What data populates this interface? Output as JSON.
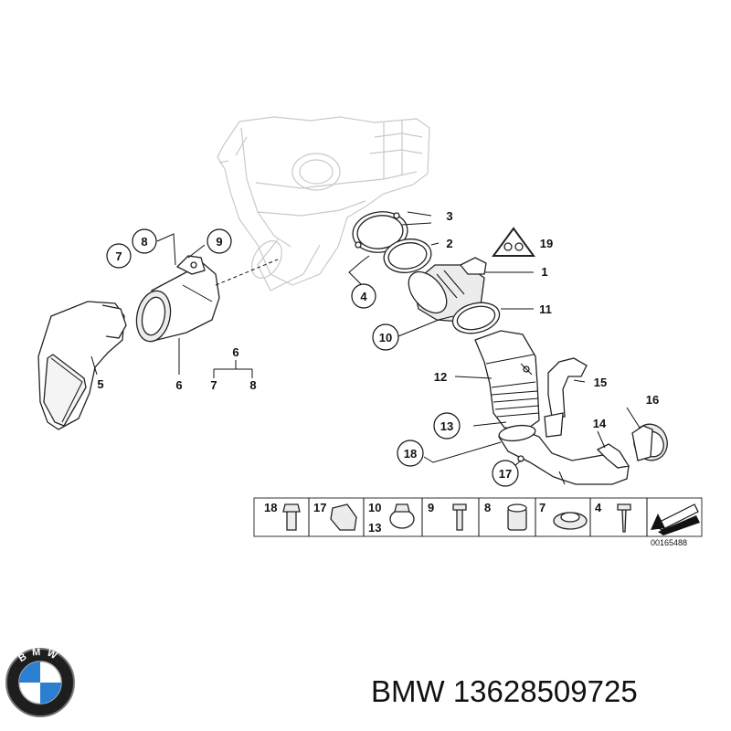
{
  "callouts": {
    "c1": "1",
    "c2": "2",
    "c3": "3",
    "c4": "4",
    "c5": "5",
    "c6": "6",
    "c7": "7",
    "c8": "8",
    "c9": "9",
    "c10": "10",
    "c11": "11",
    "c12": "12",
    "c13": "13",
    "c14": "14",
    "c15": "15",
    "c16": "16",
    "c17": "17",
    "c18": "18",
    "c19": "19",
    "tree6": "6",
    "tree7": "7",
    "tree8": "8"
  },
  "legend": {
    "cells": [
      "18",
      "17",
      "10",
      "13",
      "9",
      "8",
      "7",
      "4"
    ]
  },
  "diagram_id": "00165488",
  "brand": {
    "text": "BMW 13628509725",
    "logo_letters": "BMW"
  },
  "colors": {
    "logo_blue": "#2b7fd0",
    "ink": "#111111"
  }
}
